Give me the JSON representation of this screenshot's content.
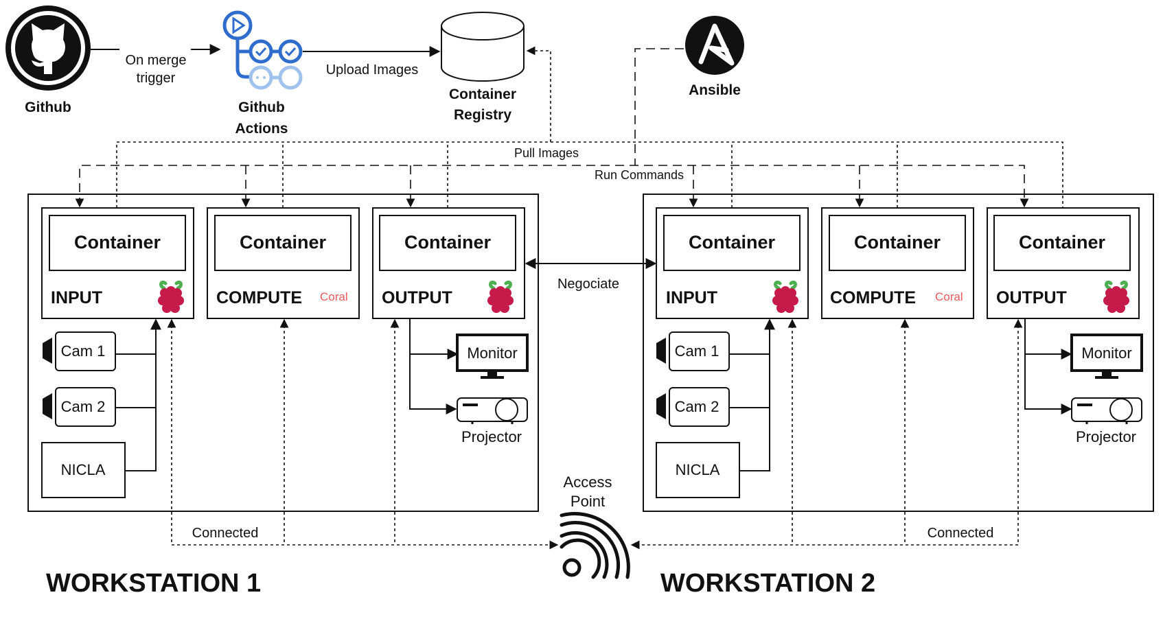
{
  "pipeline": {
    "github": "Github",
    "trigger_line1": "On merge",
    "trigger_line2": "trigger",
    "actions_line1": "Github",
    "actions_line2": "Actions",
    "upload": "Upload Images",
    "registry_line1": "Container",
    "registry_line2": "Registry",
    "ansible": "Ansible",
    "pull_images": "Pull Images",
    "run_commands": "Run Commands"
  },
  "link": {
    "negotiate": "Negociate",
    "access_point_line1": "Access",
    "access_point_line2": "Point"
  },
  "workstations": [
    {
      "title": "WORKSTATION 1",
      "connected": "Connected",
      "nodes": [
        {
          "container": "Container",
          "role": "INPUT",
          "badge": "raspberry-pi"
        },
        {
          "container": "Container",
          "role": "COMPUTE",
          "badge_text": "Coral"
        },
        {
          "container": "Container",
          "role": "OUTPUT",
          "badge": "raspberry-pi"
        }
      ],
      "inputs": [
        "Cam 1",
        "Cam 2",
        "NICLA"
      ],
      "outputs": [
        "Monitor",
        "Projector"
      ]
    },
    {
      "title": "WORKSTATION 2",
      "connected": "Connected",
      "nodes": [
        {
          "container": "Container",
          "role": "INPUT",
          "badge": "raspberry-pi"
        },
        {
          "container": "Container",
          "role": "COMPUTE",
          "badge_text": "Coral"
        },
        {
          "container": "Container",
          "role": "OUTPUT",
          "badge": "raspberry-pi"
        }
      ],
      "inputs": [
        "Cam 1",
        "Cam 2",
        "NICLA"
      ],
      "outputs": [
        "Monitor",
        "Projector"
      ]
    }
  ],
  "colors": {
    "line": "#111111",
    "coral": "#f2595a",
    "raspberry": "#c51a4a",
    "raspberry_leaf": "#4caf50",
    "actions_blue": "#2f6dcc",
    "actions_light": "#9fc3ee"
  }
}
